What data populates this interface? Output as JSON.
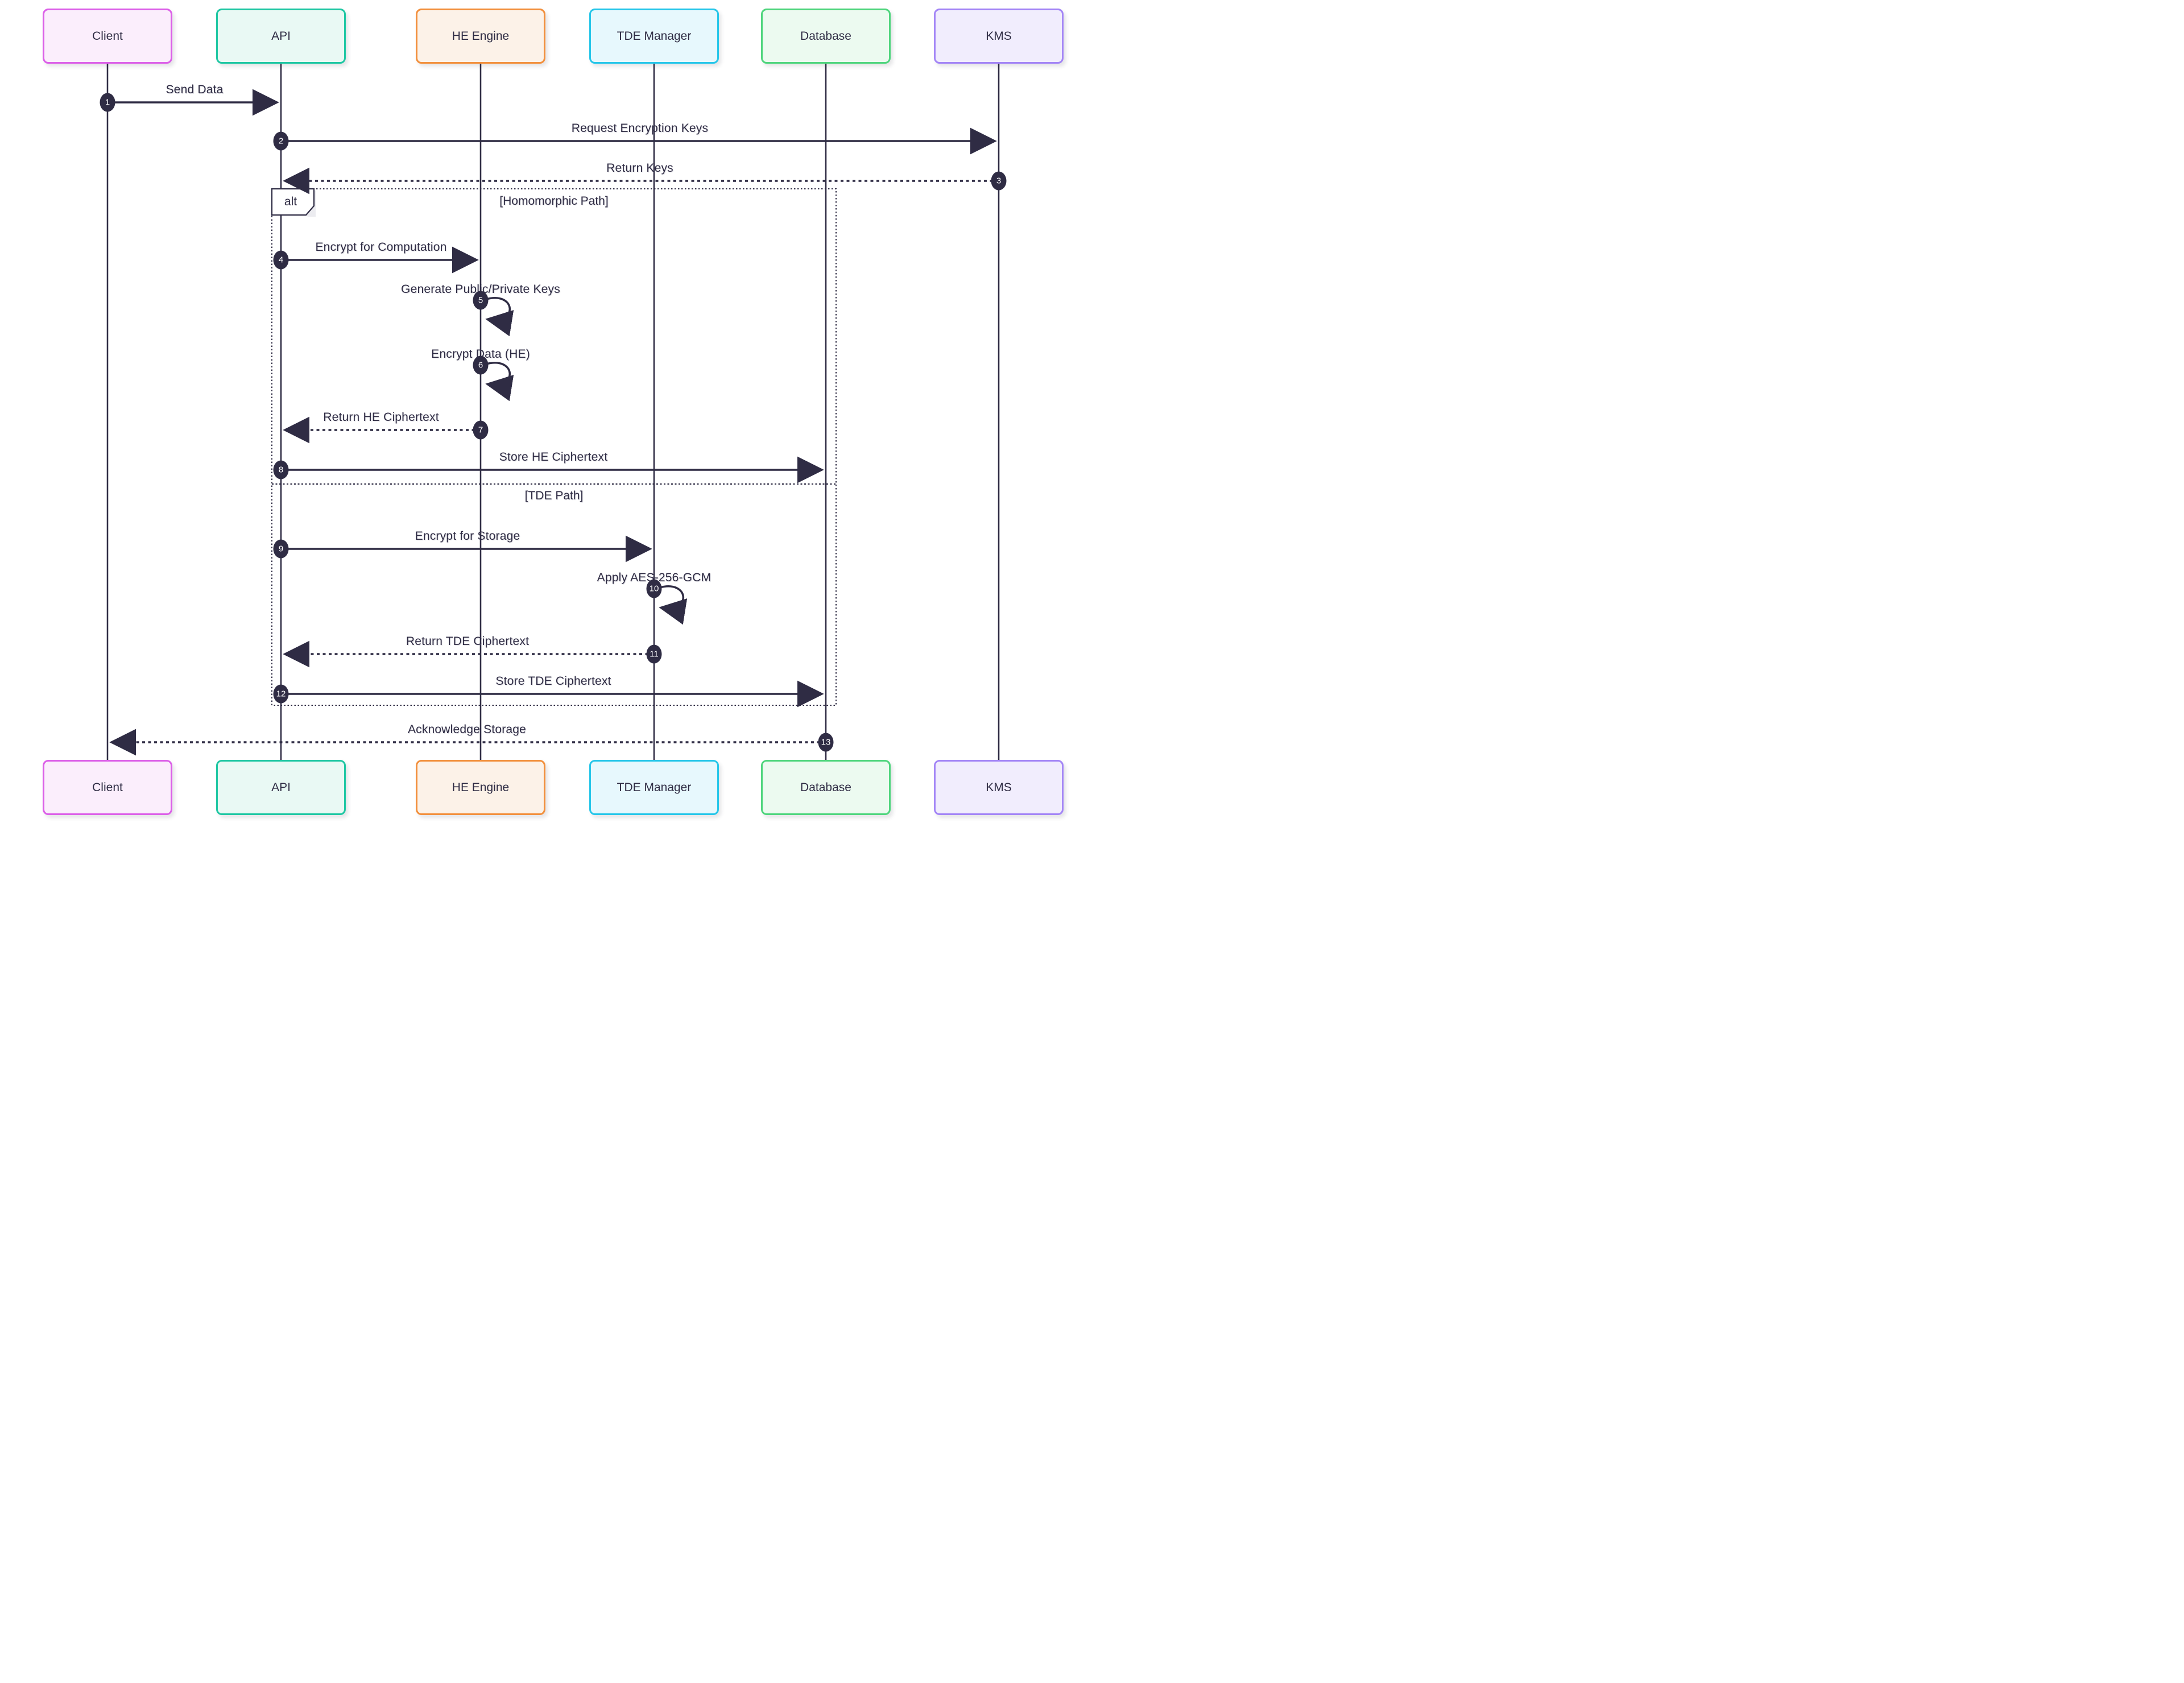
{
  "diagram_type": "sequence-diagram",
  "colors": {
    "background": "#FFFFFF",
    "line": "#2F2C44",
    "text": "#2F2C44",
    "seq_badge_fill": "#2F2C44",
    "seq_badge_text": "#FFFFFF"
  },
  "actors": [
    {
      "name": "Client",
      "border_color": "#DC60E8",
      "fill_color": "#FBEEFC"
    },
    {
      "name": "API",
      "border_color": "#1FC7A3",
      "fill_color": "#E9F9F4"
    },
    {
      "name": "HE Engine",
      "border_color": "#F2903D",
      "fill_color": "#FCF2E8"
    },
    {
      "name": "TDE Manager",
      "border_color": "#26C6E9",
      "fill_color": "#E7F8FD"
    },
    {
      "name": "Database",
      "border_color": "#4FD57D",
      "fill_color": "#ECFAF0"
    },
    {
      "name": "KMS",
      "border_color": "#A385F6",
      "fill_color": "#F1EDFD"
    }
  ],
  "alt_block": {
    "label": "alt",
    "branches": [
      {
        "label": "[Homomorphic Path]"
      },
      {
        "label": "[TDE Path]"
      }
    ]
  },
  "messages": [
    {
      "seq": "1",
      "text": "Send Data",
      "from": "Client",
      "to": "API",
      "arrow": "solid"
    },
    {
      "seq": "2",
      "text": "Request Encryption Keys",
      "from": "API",
      "to": "KMS",
      "arrow": "solid"
    },
    {
      "seq": "3",
      "text": "Return Keys",
      "from": "KMS",
      "to": "API",
      "arrow": "dotted"
    },
    {
      "seq": "4",
      "text": "Encrypt for Computation",
      "from": "API",
      "to": "HE Engine",
      "arrow": "solid"
    },
    {
      "seq": "5",
      "text": "Generate Public/Private Keys",
      "from": "HE Engine",
      "to": "HE Engine",
      "arrow": "self"
    },
    {
      "seq": "6",
      "text": "Encrypt Data (HE)",
      "from": "HE Engine",
      "to": "HE Engine",
      "arrow": "self"
    },
    {
      "seq": "7",
      "text": "Return HE Ciphertext",
      "from": "HE Engine",
      "to": "API",
      "arrow": "dotted"
    },
    {
      "seq": "8",
      "text": "Store HE Ciphertext",
      "from": "API",
      "to": "Database",
      "arrow": "solid"
    },
    {
      "seq": "9",
      "text": "Encrypt for Storage",
      "from": "API",
      "to": "TDE Manager",
      "arrow": "solid"
    },
    {
      "seq": "10",
      "text": "Apply AES-256-GCM",
      "from": "TDE Manager",
      "to": "TDE Manager",
      "arrow": "self"
    },
    {
      "seq": "11",
      "text": "Return TDE Ciphertext",
      "from": "TDE Manager",
      "to": "API",
      "arrow": "dotted"
    },
    {
      "seq": "12",
      "text": "Store TDE Ciphertext",
      "from": "API",
      "to": "Database",
      "arrow": "solid"
    },
    {
      "seq": "13",
      "text": "Acknowledge Storage",
      "from": "Database",
      "to": "Client",
      "arrow": "dotted"
    }
  ]
}
